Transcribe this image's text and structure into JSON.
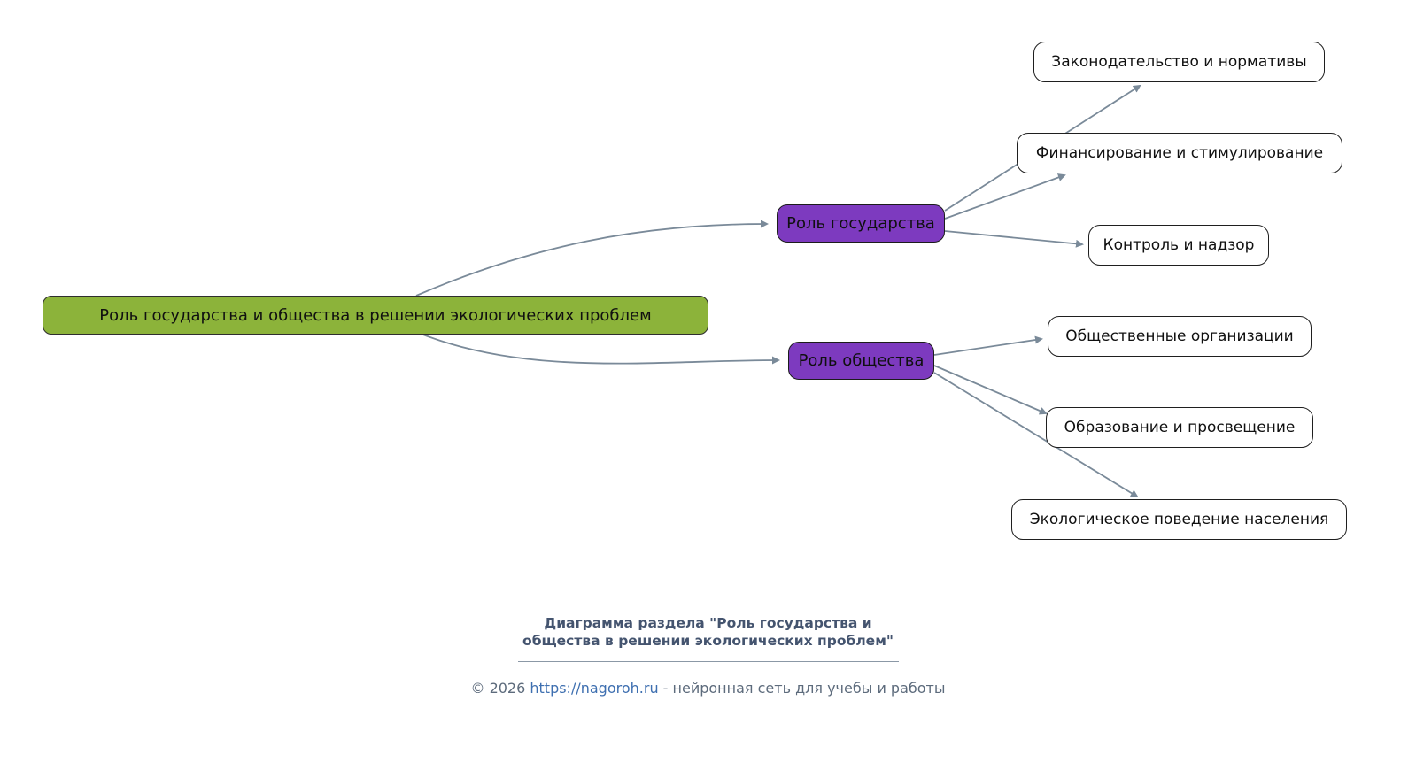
{
  "mindmap": {
    "edge_color": "#7a8a99",
    "root": {
      "label": "Роль государства и общества в решении экологических проблем",
      "color": "#8cb33a"
    },
    "branches": [
      {
        "label": "Роль государства",
        "color": "#7d3abf",
        "children": [
          {
            "label": "Законодательство и нормативы"
          },
          {
            "label": "Финансирование и стимулирование"
          },
          {
            "label": "Контроль и надзор"
          }
        ]
      },
      {
        "label": "Роль общества",
        "color": "#7d3abf",
        "children": [
          {
            "label": "Общественные организации"
          },
          {
            "label": "Образование и просвещение"
          },
          {
            "label": "Экологическое поведение населения"
          }
        ]
      }
    ]
  },
  "footer": {
    "title_line1": "Диаграмма раздела \"Роль государства и",
    "title_line2": "общества в решении экологических проблем\"",
    "copyright_prefix": "© 2026 ",
    "copyright_link": "https://nagoroh.ru",
    "copyright_suffix": " - нейронная сеть для учебы и работы"
  }
}
